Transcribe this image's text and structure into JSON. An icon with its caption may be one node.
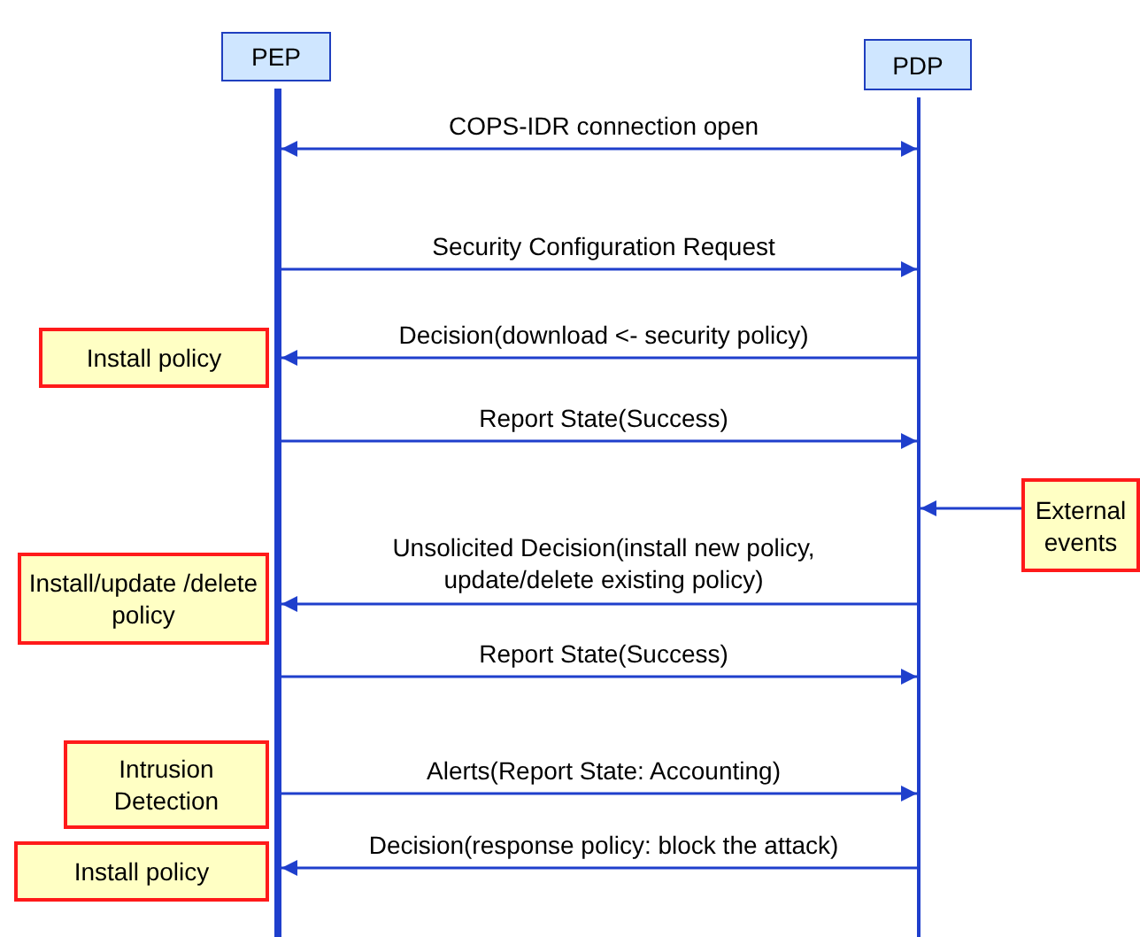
{
  "diagram": {
    "nodes": [
      {
        "text": [
          "PEP"
        ]
      },
      {
        "text": [
          "PDP"
        ]
      },
      {
        "text": [
          "Install policy"
        ]
      },
      {
        "text": [
          "External events"
        ]
      },
      {
        "text": [
          "Install/update /delete policy"
        ]
      },
      {
        "text": [
          "Intrusion Detection"
        ]
      },
      {
        "text": [
          "Install policy"
        ]
      }
    ],
    "edges": [
      {
        "from": 0,
        "to": 1,
        "arrow": "both",
        "label": "COPS-IDR connection open"
      },
      {
        "from": 0,
        "to": 1,
        "arrow": "to",
        "label": "Security Configuration Request"
      },
      {
        "from": 1,
        "to": 0,
        "arrow": "to",
        "label": "Decision(download <- security policy)"
      },
      {
        "from": 0,
        "to": 1,
        "arrow": "to",
        "label": "Report State(Success)"
      },
      {
        "from": 3,
        "to": 1,
        "arrow": "to"
      },
      {
        "from": 1,
        "to": 0,
        "arrow": "to",
        "label": "Unsolicited Decision(install new policy, update/delete existing policy)"
      },
      {
        "from": 0,
        "to": 1,
        "arrow": "to",
        "label": "Report State(Success)"
      },
      {
        "from": 0,
        "to": 1,
        "arrow": "to",
        "label": "Alerts(Report State: Accounting)"
      },
      {
        "from": 1,
        "to": 0,
        "arrow": "to",
        "label": "Decision(response policy: block the attack)"
      }
    ]
  }
}
